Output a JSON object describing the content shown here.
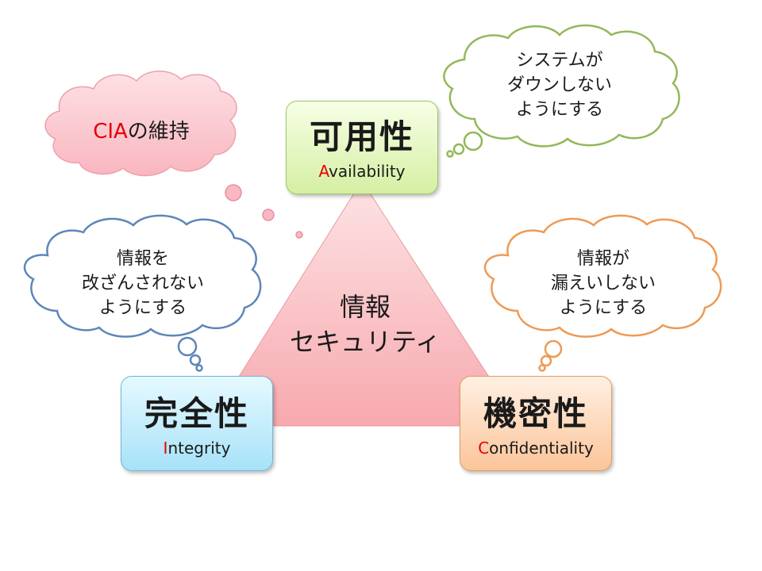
{
  "center": {
    "line1": "情報",
    "line2": "セキュリティ"
  },
  "availability": {
    "title": "可用性",
    "initial": "A",
    "rest": "vailability",
    "color": "#d5efa3"
  },
  "integrity": {
    "title": "完全性",
    "initial": "I",
    "rest": "ntegrity",
    "color": "#a7e2f8"
  },
  "confidentiality": {
    "title": "機密性",
    "initial": "C",
    "rest": "onfidentiality",
    "color": "#fbc59a"
  },
  "bubbles": {
    "cia": {
      "accent": "CIA",
      "rest": "の維持",
      "color": "#fbc8cf"
    },
    "availability": {
      "lines": [
        "システムが",
        "ダウンしない",
        "ようにする"
      ],
      "color": "#92b85a"
    },
    "integrity": {
      "lines": [
        "情報を",
        "改ざんされない",
        "ようにする"
      ],
      "color": "#5d86b8"
    },
    "confidentiality": {
      "lines": [
        "情報が",
        "漏えいしない",
        "ようにする"
      ],
      "color": "#ee9a55"
    }
  }
}
